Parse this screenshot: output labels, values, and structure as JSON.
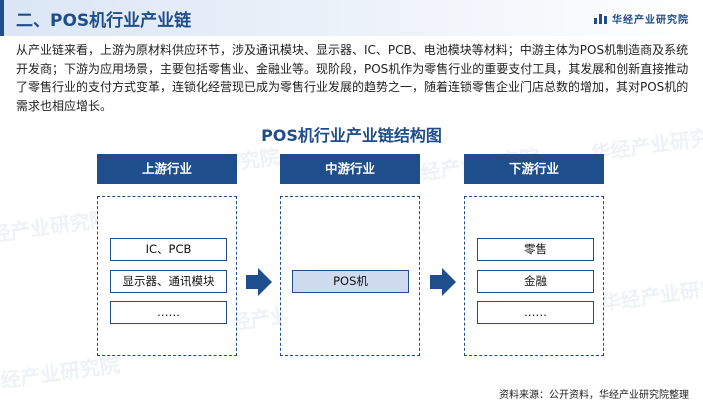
{
  "header": {
    "title": "二、POS机行业产业链",
    "logo_text": "华经产业研究院"
  },
  "intro": "从产业链来看，上游为原材料供应环节，涉及通讯模块、显示器、IC、PCB、电池模块等材料；中游主体为POS机制造商及系统开发商；下游为应用场景，主要包括零售业、金融业等。现阶段，POS机作为零售行业的重要支付工具，其发展和创新直接推动了零售行业的支付方式变革，连锁化经营现已成为零售行业发展的趋势之一，随着连锁零售企业门店总数的增加，其对POS机的需求也相应增长。",
  "diagram": {
    "title": "POS机行业产业链结构图",
    "upstream": {
      "label": "上游行业",
      "items": [
        "IC、PCB",
        "显示器、通讯模块",
        "……"
      ]
    },
    "midstream": {
      "label": "中游行业",
      "items": [
        "POS机"
      ]
    },
    "downstream": {
      "label": "下游行业",
      "items": [
        "零售",
        "金融",
        "……"
      ]
    }
  },
  "watermark": "华经产业研究院",
  "source": "资料来源：公开资料，华经产业研究院整理",
  "colors": {
    "primary": "#1f4e8c",
    "highlight": "#cfdbef"
  }
}
